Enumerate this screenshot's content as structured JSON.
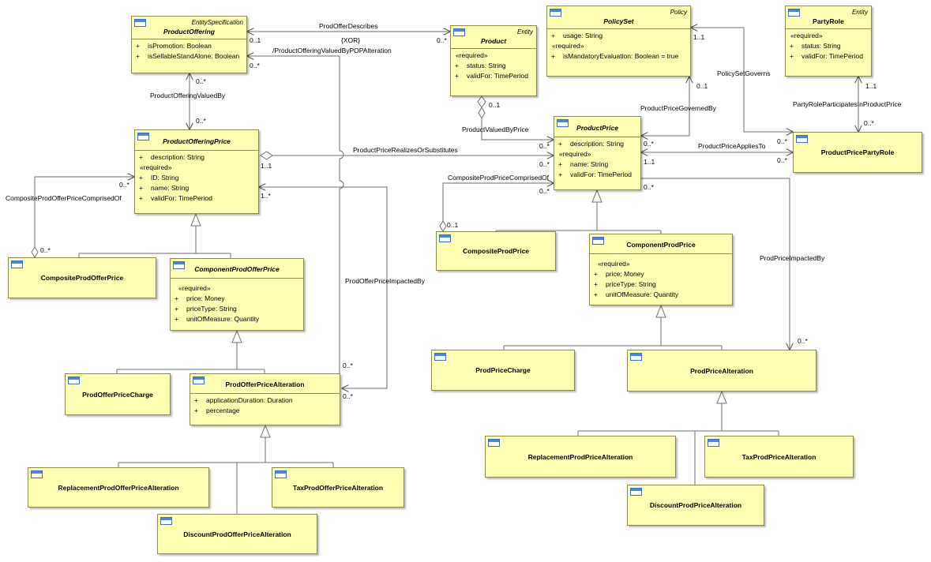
{
  "classes": {
    "product_offering": {
      "stereotype": "EntitySpecification",
      "name": "ProductOffering",
      "attributes": [
        "isPromotion: Boolean",
        "isSellableStandAlone: Boolean"
      ]
    },
    "product": {
      "stereotype": "Entity",
      "name": "Product",
      "required_label": "«required»",
      "attributes": [
        "status: String",
        "validFor: TimePeriod"
      ]
    },
    "policy_set": {
      "stereotype": "Policy",
      "name": "PolicySet",
      "attributes": [
        "usage: String"
      ],
      "required_label": "«required»",
      "required_attributes": [
        "isMandatoryEvaluation: Boolean = true"
      ]
    },
    "party_role": {
      "stereotype": "Entity",
      "name": "PartyRole",
      "required_label": "«required»",
      "attributes": [
        "status: String",
        "validFor: TimePeriod"
      ]
    },
    "product_offering_price": {
      "name": "ProductOfferingPrice",
      "attributes": [
        "description: String"
      ],
      "required_label": "«required»",
      "required_attributes": [
        "ID: String",
        "name: String",
        "validFor: TimePeriod"
      ]
    },
    "product_price": {
      "name": "ProductPrice",
      "attributes": [
        "description: String"
      ],
      "required_label": "«required»",
      "required_attributes": [
        "name: String",
        "validFor: TimePeriod"
      ]
    },
    "product_price_party_role": {
      "name": "ProductPricePartyRole"
    },
    "composite_prod_offer_price": {
      "name": "CompositeProdOfferPrice"
    },
    "component_prod_offer_price": {
      "name": "ComponentProdOfferPrice",
      "required_label": "«required»",
      "attributes": [
        "price: Money",
        "priceType: String",
        "unitOfMeasure: Quantity"
      ]
    },
    "composite_prod_price": {
      "name": "CompositeProdPrice"
    },
    "component_prod_price": {
      "name": "ComponentProdPrice",
      "required_label": "«required»",
      "attributes": [
        "price: Money",
        "priceType: String",
        "unitOfMeasure: Quantity"
      ]
    },
    "prod_offer_price_charge": {
      "name": "ProdOfferPriceCharge"
    },
    "prod_offer_price_alteration": {
      "name": "ProdOfferPriceAlteration",
      "attributes": [
        "applicationDuration: Duration",
        "percentage"
      ]
    },
    "prod_price_charge": {
      "name": "ProdPriceCharge"
    },
    "prod_price_alteration": {
      "name": "ProdPriceAlteration"
    },
    "replacement_prod_offer_price_alteration": {
      "name": "ReplacementProdOfferPriceAlteration"
    },
    "tax_prod_offer_price_alteration": {
      "name": "TaxProdOfferPriceAlteration"
    },
    "discount_prod_offer_price_alteration": {
      "name": "DiscountProdOfferPriceAlteration"
    },
    "replacement_prod_price_alteration": {
      "name": "ReplacementProdPriceAlteration"
    },
    "tax_prod_price_alteration": {
      "name": "TaxProdPriceAlteration"
    },
    "discount_prod_price_alteration": {
      "name": "DiscountProdPriceAlteration"
    }
  },
  "associations": {
    "prod_offer_describes": "ProdOfferDescribes",
    "xor": "{XOR}",
    "popa": "/ProductOfferingValuedByPOPAlteration",
    "offering_valued_by": "ProductOfferingValuedBy",
    "realizes_or_substitutes": "ProductPriceRealizesOrSubstitutes",
    "product_valued_by_price": "ProductValuedByPrice",
    "governed_by": "ProductPriceGovernedBy",
    "policy_set_governs": "PolicySetGoverns",
    "party_role_participates": "PartyRoleParticipatesInProductPrice",
    "applies_to": "ProductPriceAppliesTo",
    "composite_offer_comprised": "CompositeProdOfferPriceComprisedOf",
    "composite_price_comprised": "CompositeProdPriceComprisedOf",
    "offer_price_impacted_by": "ProdOfferPriceImpactedBy",
    "price_impacted_by": "ProdPriceImpactedBy"
  },
  "multiplicities": {
    "m1": "0..1",
    "m2": "0..*",
    "m3": "0..*",
    "m4": "0..*",
    "m5": "0..*",
    "m6": "1..1",
    "m7": "0..*",
    "m8": "0..1",
    "m9": "0..*",
    "m10": "0..1",
    "m11": "0..*",
    "m12": "1..1",
    "m13": "0..*",
    "m14": "0..*",
    "m15": "1..1",
    "m16": "0..*",
    "m17": "0..*",
    "m18": "0..*",
    "m19": "0..*",
    "m20": "0..1",
    "m21": "1..*",
    "m22": "0..*",
    "m23": "0..*",
    "m24": "0..*",
    "m25": "1..1",
    "m26": "0..*"
  }
}
